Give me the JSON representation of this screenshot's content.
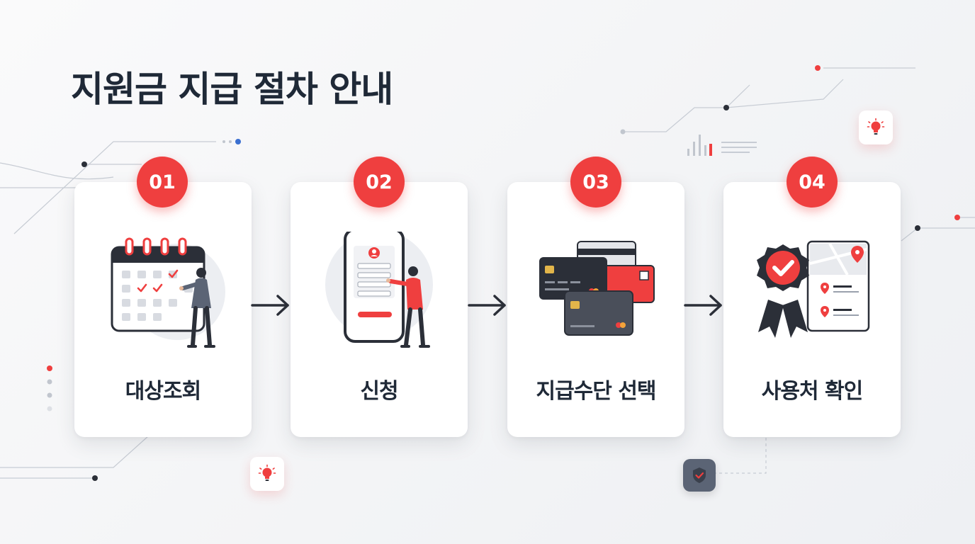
{
  "title": "지원금 지급 절차 안내",
  "steps": [
    {
      "number": "01",
      "label": "대상조회",
      "icon": "calendar-person-icon"
    },
    {
      "number": "02",
      "label": "신청",
      "icon": "phone-form-icon"
    },
    {
      "number": "03",
      "label": "지급수단 선택",
      "icon": "payment-cards-icon"
    },
    {
      "number": "04",
      "label": "사용처 확인",
      "icon": "award-map-icon"
    }
  ],
  "decor_icons": [
    "lightbulb-icon",
    "shield-check-icon",
    "bar-chart-icon"
  ],
  "colors": {
    "accent": "#ef3f3f",
    "dark": "#2b2f38",
    "text": "#1f2937",
    "background": "#f5f6f8"
  }
}
